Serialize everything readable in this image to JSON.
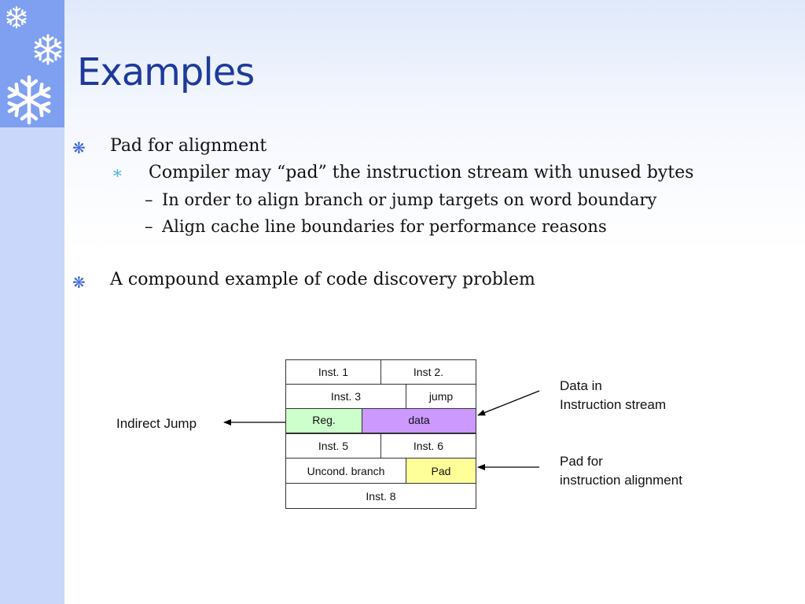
{
  "slide": {
    "title": "Examples",
    "bullets": {
      "b1": "Pad for alignment",
      "b1_sub": "Compiler may “pad” the instruction stream with unused bytes",
      "b1_sub_1": "In order to align branch or jump  targets on word boundary",
      "b1_sub_2": "Align cache line boundaries for performance reasons",
      "b2": "A compound example of code discovery problem"
    },
    "dash_glyph": "–"
  },
  "diagram": {
    "rows": {
      "r1": [
        "Inst. 1",
        "Inst 2."
      ],
      "r2": [
        "Inst. 3",
        "jump"
      ],
      "r3": [
        "Reg.",
        "data"
      ],
      "r4": [
        "Inst. 5",
        "Inst. 6"
      ],
      "r5": [
        "Uncond. branch",
        "Pad"
      ],
      "r6": [
        "Inst. 8"
      ]
    },
    "labels": {
      "indirect_jump": "Indirect Jump",
      "data_in_line1": "Data in",
      "data_in_line2": "Instruction stream",
      "pad_for_line1": "Pad for",
      "pad_for_line2": "instruction alignment"
    },
    "colors": {
      "reg": "#ccffcc",
      "data": "#cc99ff",
      "pad": "#ffff99"
    }
  }
}
